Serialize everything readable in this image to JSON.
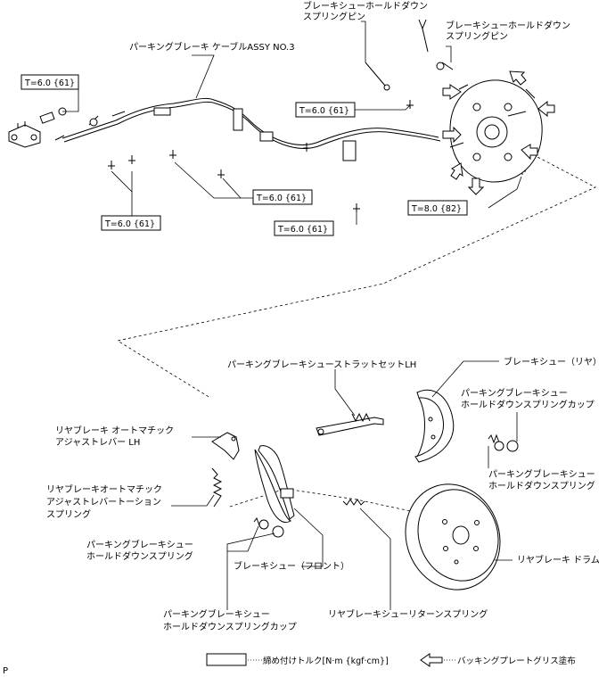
{
  "upper_labels": {
    "parking_cable": "パーキングブレーキ ケーブルASSY NO.3",
    "hold_down_pin_top_l1": "ブレーキシューホールドダウン",
    "hold_down_pin_top_l2": "スプリングピン",
    "hold_down_pin_right_l1": "ブレーキシューホールドダウン",
    "hold_down_pin_right_l2": "スプリングピン"
  },
  "torque_boxes": {
    "t1": "T=6.0 {61}",
    "t2": "T=6.0 {61}",
    "t3": "T=6.0 {61}",
    "t4": "T=6.0 {61}",
    "t5": "T=6.0 {61}",
    "t6": "T=8.0 {82}"
  },
  "lower_labels": {
    "strut_set": "パーキングブレーキシューストラットセットLH",
    "shoe_rear": "ブレーキシュー（リヤ）",
    "hold_down_cup_right_l1": "パーキングブレーキシュー",
    "hold_down_cup_right_l2": "ホールドダウンスプリングカップ",
    "auto_adjust_lever_l1": "リヤブレーキ オートマチック",
    "auto_adjust_lever_l2": "アジャストレバー LH",
    "hold_down_spring_right_l1": "パーキングブレーキシュー",
    "hold_down_spring_right_l2": "ホールドダウンスプリング",
    "lever_return_spring_l1": "リヤブレーキオートマチック",
    "lever_return_spring_l2": "アジャストレバートーション",
    "lever_return_spring_l3": "スプリング",
    "hold_down_spring_left_l1": "パーキングブレーキシュー",
    "hold_down_spring_left_l2": "ホールドダウンスプリング",
    "shoe_front": "ブレーキシュー（フロント）",
    "rear_drum": "リヤブレーキ ドラム",
    "hold_down_cup_left_l1": "パーキングブレーキシュー",
    "hold_down_cup_left_l2": "ホールドダウンスプリングカップ",
    "shoe_return_spring": "リヤブレーキシューリターンスプリング"
  },
  "legend": {
    "torque_text": "締め付けトルク[N·m {kgf·cm}]",
    "grease_text": "バッキングプレートグリス塗布",
    "corner_mark": "P"
  }
}
